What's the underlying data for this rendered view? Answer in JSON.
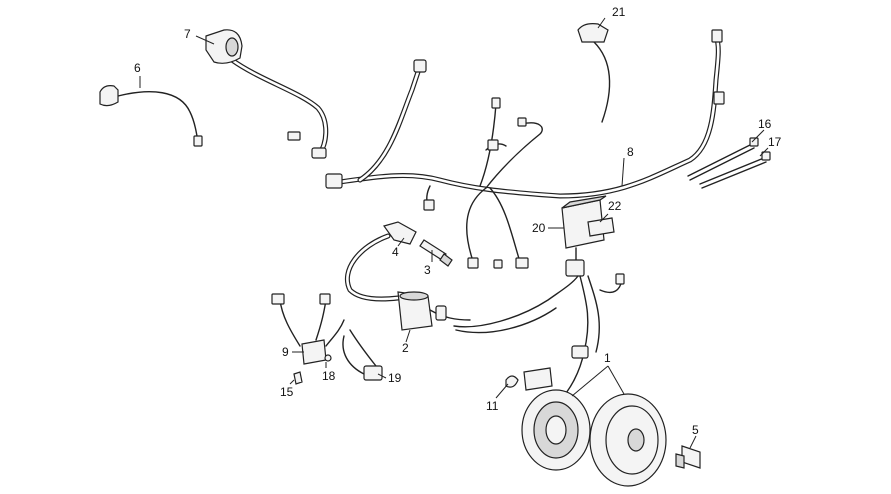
{
  "callouts": [
    {
      "id": "c1",
      "text": "1"
    },
    {
      "id": "c2",
      "text": "2"
    },
    {
      "id": "c3",
      "text": "3"
    },
    {
      "id": "c4",
      "text": "4"
    },
    {
      "id": "c5",
      "text": "5"
    },
    {
      "id": "c6",
      "text": "6"
    },
    {
      "id": "c7",
      "text": "7"
    },
    {
      "id": "c8",
      "text": "8"
    },
    {
      "id": "c9",
      "text": "9"
    },
    {
      "id": "c11",
      "text": "11"
    },
    {
      "id": "c15",
      "text": "15"
    },
    {
      "id": "c16",
      "text": "16"
    },
    {
      "id": "c17",
      "text": "17"
    },
    {
      "id": "c18",
      "text": "18"
    },
    {
      "id": "c19",
      "text": "19"
    },
    {
      "id": "c20",
      "text": "20"
    },
    {
      "id": "c21",
      "text": "21"
    },
    {
      "id": "c22",
      "text": "22"
    }
  ]
}
